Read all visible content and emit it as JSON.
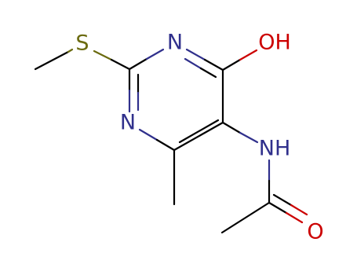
{
  "molecule": {
    "atoms": {
      "S": {
        "label": "S",
        "color": "#6b6b10"
      },
      "N1": {
        "label": "N",
        "color": "#30308c"
      },
      "N3": {
        "label": "N",
        "color": "#30308c"
      },
      "OH": {
        "label": "OH",
        "color": "#cc0000"
      },
      "NH": {
        "label": "NH",
        "color": "#30308c"
      },
      "O": {
        "label": "O",
        "color": "#cc0000"
      }
    },
    "colors": {
      "carbon_bond": "#000000",
      "nitrogen": "#30308c",
      "sulfur": "#6b6b10",
      "oxygen": "#cc0000",
      "background": "#ffffff"
    }
  }
}
